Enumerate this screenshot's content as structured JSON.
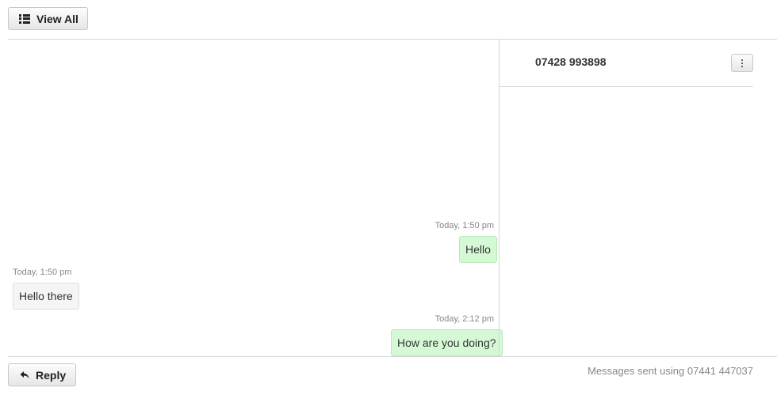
{
  "toolbar": {
    "view_all_label": "View All"
  },
  "conversation": {
    "messages": [
      {
        "direction": "out",
        "timestamp": "Today, 1:50 pm",
        "text": "Hello"
      },
      {
        "direction": "in",
        "timestamp": "Today, 1:50 pm",
        "text": "Hello there"
      },
      {
        "direction": "out",
        "timestamp": "Today, 2:12 pm",
        "text": "How are you doing?"
      }
    ]
  },
  "sidebar": {
    "contact_number": "07428 993898",
    "menu_icon": "kebab-menu-icon"
  },
  "footer": {
    "reply_label": "Reply",
    "sent_using": "Messages sent using 07441 447037"
  },
  "colors": {
    "outgoing_bubble": "#d5f8d5",
    "incoming_bubble": "#f5f5f5",
    "divider": "#d6d6d6"
  }
}
